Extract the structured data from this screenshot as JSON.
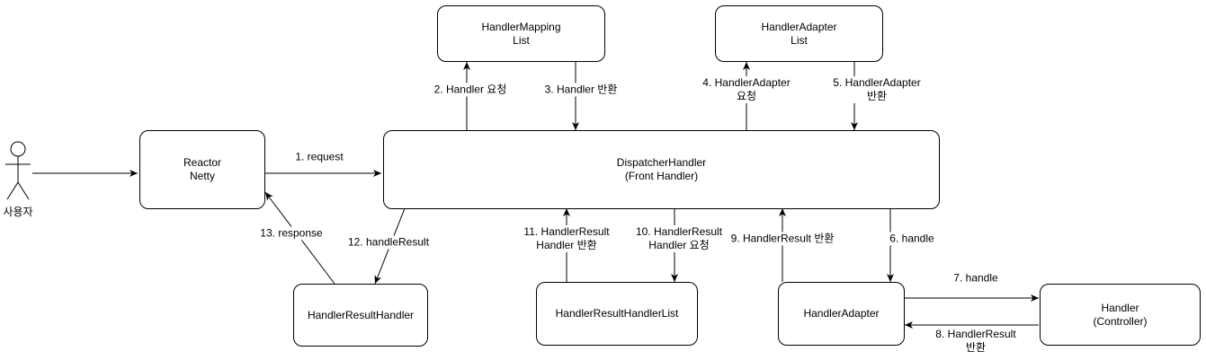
{
  "actor": {
    "label": "사용자"
  },
  "boxes": {
    "reactor_netty": "Reactor\nNetty",
    "handler_mapping_list": "HandlerMapping\nList",
    "handler_adapter_list": "HandlerAdapter\nList",
    "dispatcher_handler": "DispatcherHandler\n(Front Handler)",
    "handler_result_handler": "HandlerResultHandler",
    "handler_result_handler_list": "HandlerResultHandlerList",
    "handler_adapter": "HandlerAdapter",
    "handler": "Handler\n(Controller)"
  },
  "steps": {
    "s1": "1. request",
    "s2": "2. Handler 요청",
    "s3": "3. Handler 반환",
    "s4": "4. HandlerAdapter\n요청",
    "s5": "5. HandlerAdapter\n반환",
    "s6": "6. handle",
    "s7": "7. handle",
    "s8": "8. HandlerResult\n반환",
    "s9": "9. HandlerResult 반환",
    "s10": "10. HandlerResult\nHandler 요청",
    "s11": "11. HandlerResult\nHandler 반환",
    "s12": "12. handleResult",
    "s13": "13. response"
  }
}
